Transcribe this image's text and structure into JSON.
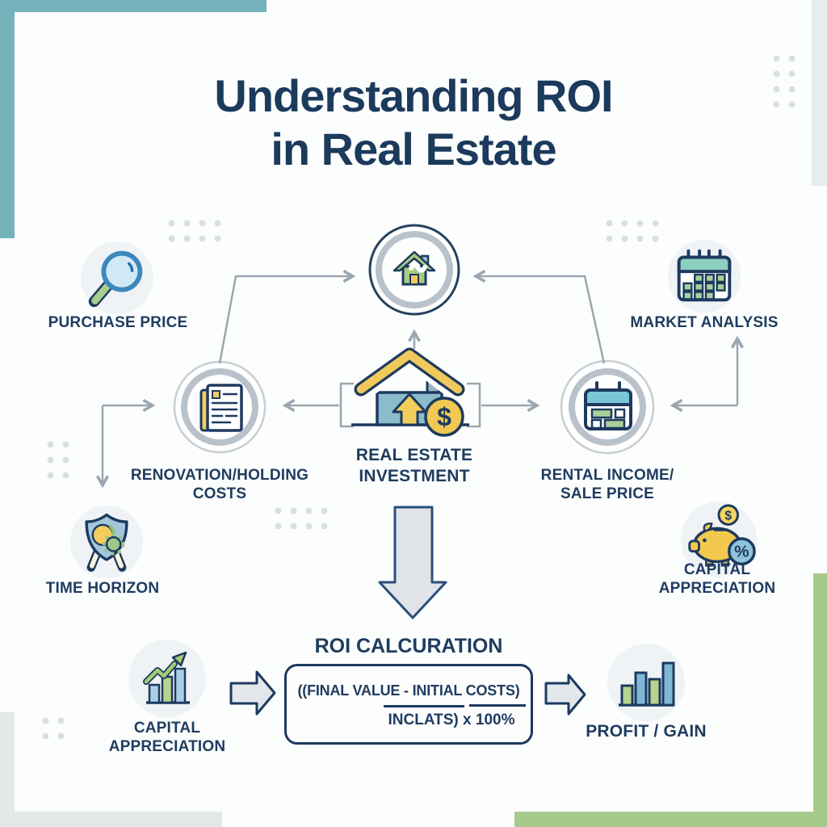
{
  "title": {
    "line1": "Understanding ROI",
    "line2": "in Real Estate"
  },
  "center": {
    "line1": "REAL ESTATE",
    "line2": "INVESTMENT"
  },
  "nodes": {
    "purchase_price": {
      "label": "PURCHASE PRICE",
      "icon": "magnifier-icon"
    },
    "market_analysis": {
      "label": "MARKET ANALYSIS",
      "icon": "calendar-icon"
    },
    "renovation_holding": {
      "line1": "RENOVATION/HOLDING",
      "line2": "COSTS",
      "icon": "document-icon"
    },
    "rental_income": {
      "line1": "RENTAL INCOME/",
      "line2": "SALE PRICE",
      "icon": "schedule-icon"
    },
    "time_horizon": {
      "label": "TIME HORIZON",
      "icon": "shield-icon"
    },
    "capital_appreciation_right": {
      "line1": "CAPITAL",
      "line2": "APPRECIATION",
      "icon": "piggy-bank-icon"
    },
    "capital_appreciation_bottom": {
      "line1": "CAPITAL",
      "line2": "APPRECIATION",
      "icon": "growth-chart-icon"
    },
    "profit_gain": {
      "label": "PROFIT / GAIN",
      "icon": "bar-chart-icon"
    }
  },
  "formula": {
    "heading": "ROI CALCURATION",
    "numerator": "((FINAL VALUE - INITIAL COSTS)",
    "denominator": "INCLATS) x 100%"
  },
  "glyphs": {
    "dollar": "$",
    "percent": "%"
  },
  "colors": {
    "navy": "#1d3a5f",
    "teal_corner": "#74b2bc",
    "green_corner": "#a6ca8c",
    "pale_corner": "#e4eae8",
    "connector_gray": "#9aa6b0",
    "icon_yellow": "#f2c94e",
    "icon_green": "#a9cc84",
    "icon_blue": "#8abccb"
  }
}
